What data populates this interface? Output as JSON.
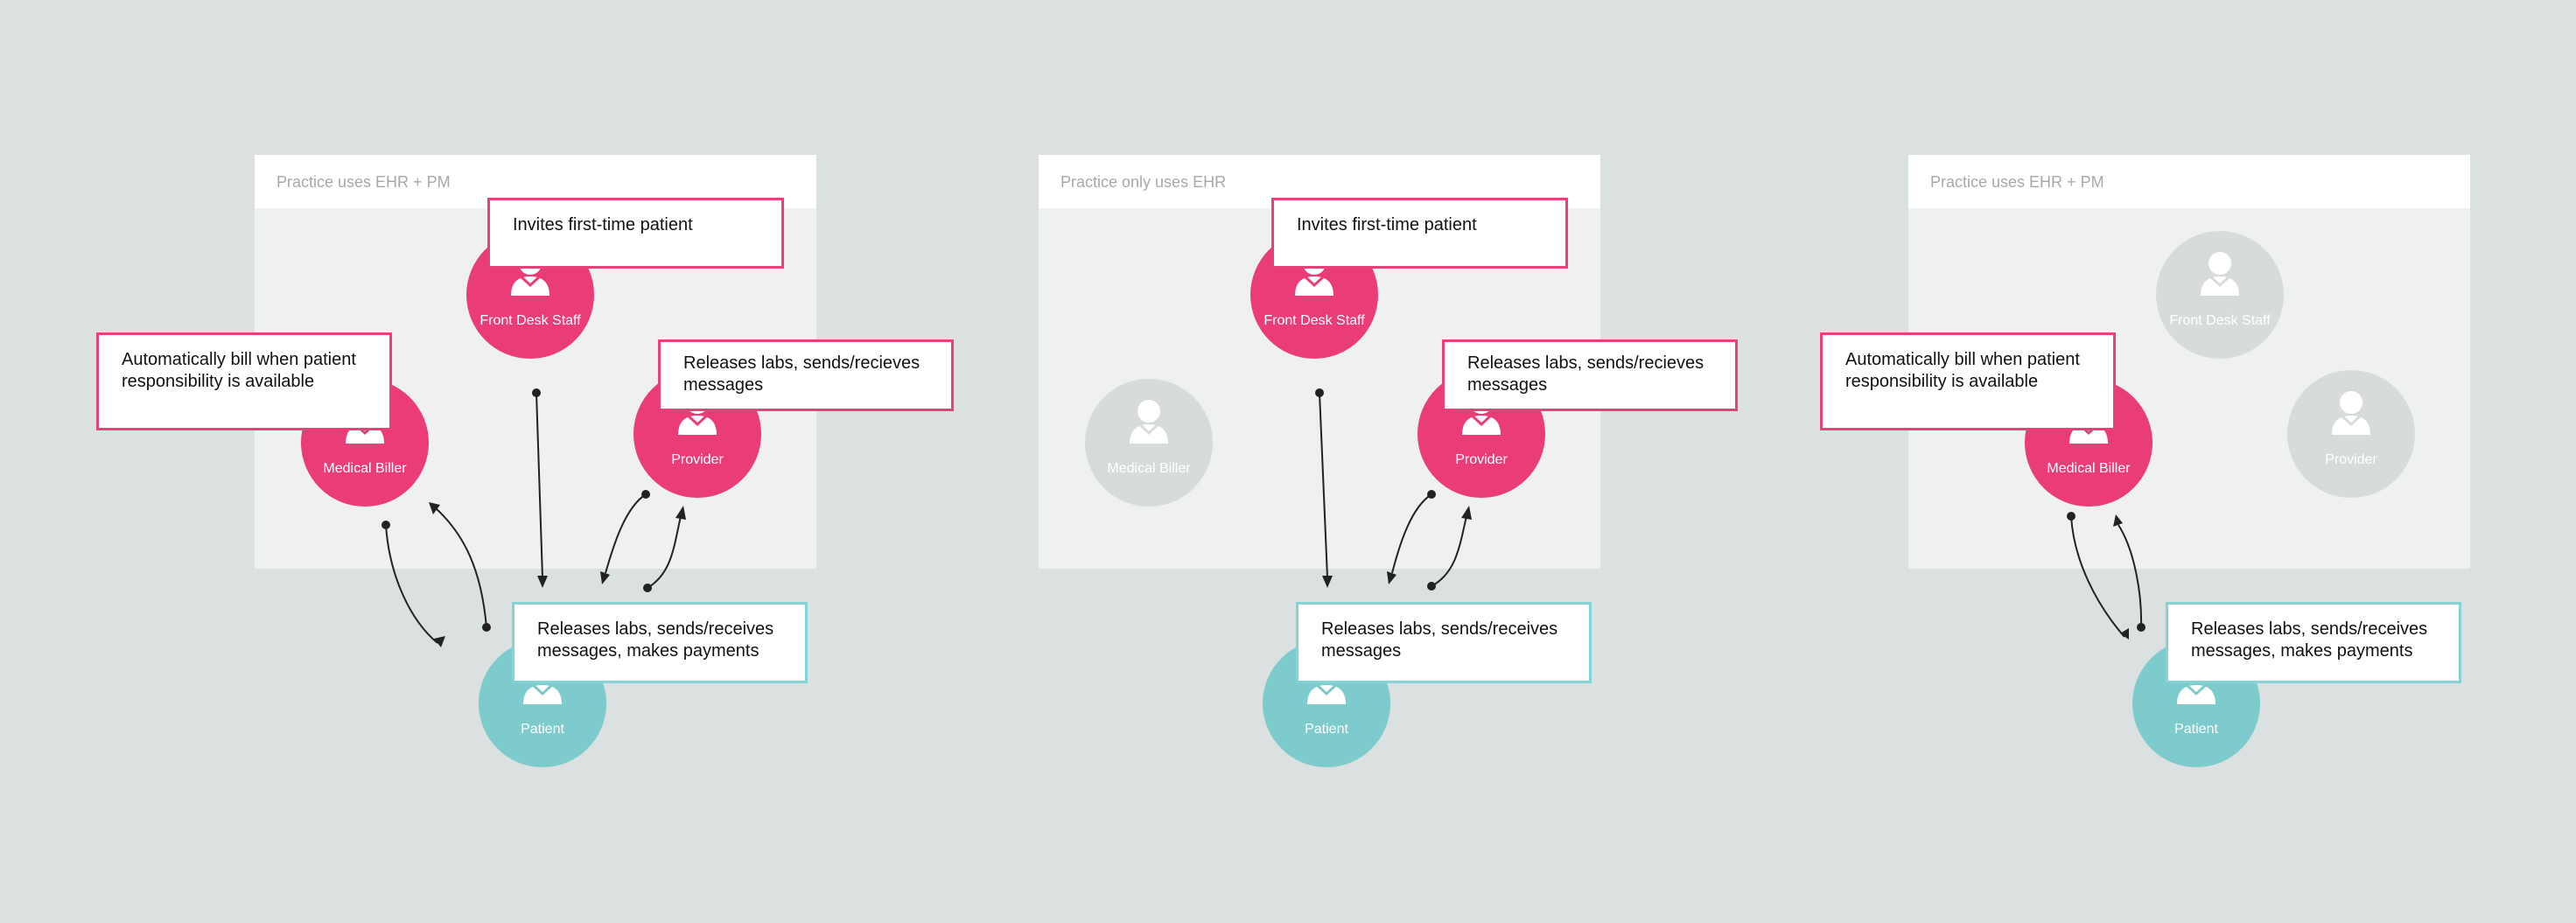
{
  "diagrams": [
    {
      "panel_title": "Practice uses EHR + PM",
      "actors": {
        "front_desk": "Front Desk Staff",
        "medical_biller": "Medical Biller",
        "provider": "Provider",
        "patient": "Patient"
      },
      "callouts": {
        "front_desk": "Invites first-time patient",
        "medical_biller": "Automatically bill when patient responsibility is available",
        "provider": "Releases labs, sends/recieves messages",
        "patient": "Releases labs, sends/receives messages, makes payments"
      }
    },
    {
      "panel_title": "Practice only uses EHR",
      "actors": {
        "front_desk": "Front Desk Staff",
        "medical_biller": "Medical Biller",
        "provider": "Provider",
        "patient": "Patient"
      },
      "callouts": {
        "front_desk": "Invites first-time patient",
        "provider": "Releases labs, sends/recieves messages",
        "patient": "Releases labs, sends/receives messages"
      }
    },
    {
      "panel_title": "Practice uses EHR + PM",
      "actors": {
        "front_desk": "Front Desk Staff",
        "medical_biller": "Medical Biller",
        "provider": "Provider",
        "patient": "Patient"
      },
      "callouts": {
        "medical_biller": "Automatically bill when patient responsibility is available",
        "patient": "Releases labs, sends/receives messages, makes payments"
      }
    }
  ],
  "colors": {
    "background": "#dbe0e0",
    "active_role": "#ea3d78",
    "patient": "#7ecbcd",
    "inactive_role": "#d8dbdc",
    "panel": "#eff0f1"
  },
  "icons": [
    "user-icon"
  ]
}
